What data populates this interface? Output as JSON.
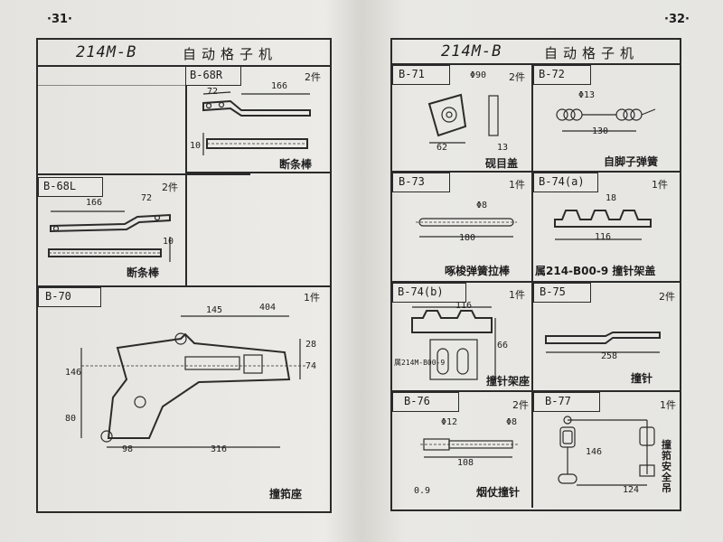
{
  "left_page": {
    "page_number": "·31·",
    "header": {
      "model": "214M-B",
      "name": "自动格子机"
    },
    "parts": [
      {
        "code": "B-68R",
        "qty": "2件",
        "caption": "断条棒",
        "dims": [
          "72",
          "166",
          "10"
        ]
      },
      {
        "code": "B-68L",
        "qty": "2件",
        "caption": "断条棒",
        "dims": [
          "166",
          "72",
          "10"
        ]
      },
      {
        "code": "B-70",
        "qty": "1件",
        "caption": "撞筘座",
        "dims": [
          "145",
          "404",
          "28",
          "74",
          "146",
          "80",
          "98",
          "316"
        ]
      }
    ]
  },
  "right_page": {
    "page_number": "·32·",
    "header": {
      "model": "214M-B",
      "name": "自动格子机"
    },
    "parts": [
      {
        "code": "B-71",
        "qty": "2件",
        "caption": "砚目盖",
        "dims": [
          "Φ90",
          "62",
          "13"
        ]
      },
      {
        "code": "B-72",
        "qty": "",
        "caption": "自脚子弹簧",
        "dims": [
          "Φ13",
          "130"
        ]
      },
      {
        "code": "B-73",
        "qty": "1件",
        "caption": "啄梭弹簧拉棒",
        "dims": [
          "Φ8",
          "180"
        ]
      },
      {
        "code": "B-74(a)",
        "qty": "1件",
        "caption": "属214-B00-9 撞针架盖",
        "dims": [
          "18",
          "116"
        ]
      },
      {
        "code": "B-74(b)",
        "qty": "1件",
        "caption": "撞针架座",
        "dims": [
          "116",
          "66"
        ],
        "note": "属214M-B00-9"
      },
      {
        "code": "B-75",
        "qty": "2件",
        "caption": "撞针",
        "dims": [
          "258"
        ]
      },
      {
        "code": "B-76",
        "qty": "2件",
        "caption": "烟仗撞针",
        "dims": [
          "Φ12",
          "Φ8",
          "108",
          "0.9"
        ]
      },
      {
        "code": "B-77",
        "qty": "1件",
        "caption": "撞筘安全吊",
        "dims": [
          "146",
          "124"
        ]
      }
    ]
  }
}
